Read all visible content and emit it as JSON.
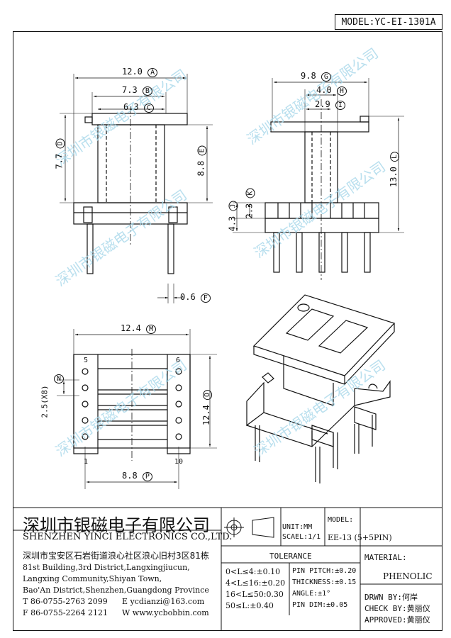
{
  "model": "MODEL:YC-EI-1301A",
  "watermark": "深圳市银磁电子有限公司",
  "dimensions": {
    "a": "12.0",
    "b": "7.3",
    "c": "6.3",
    "d": "7.7",
    "e": "8.8",
    "f": "0.6",
    "g": "9.8",
    "h": "4.0",
    "i": "2.9",
    "j": "4.3",
    "k": "2.3",
    "l": "13.0",
    "m": "12.4",
    "n": "2.5(X8)",
    "o": "12.4",
    "p": "8.8"
  },
  "callouts": {
    "a": "A",
    "b": "B",
    "c": "C",
    "d": "D",
    "e": "E",
    "f": "F",
    "g": "G",
    "h": "H",
    "i": "I",
    "j": "J",
    "k": "K",
    "l": "L",
    "m": "M",
    "n": "N",
    "o": "O",
    "p": "P"
  },
  "pins": {
    "p5": "5",
    "p6": "6",
    "p1": "1",
    "p10": "10"
  },
  "company": {
    "name_cn": "深圳市银磁电子有限公司",
    "name_en": "SHENZHEN YINCI ELECTRONICS CO.,LTD.",
    "addr_cn": "深圳市宝安区石岩街道浪心社区浪心旧村3区81栋",
    "addr_en1": "81st Building,3rd District,Langxingjiucun,",
    "addr_en2": "Langxing Community,Shiyan Town,",
    "addr_en3": "Bao'An District,Shenzhen,Guangdong Province",
    "tel": "T 86-0755-2763 2099",
    "fax": "F 86-0755-2264 2121",
    "email": "E ycdianzi@163.com",
    "web": "W www.ycbobbin.com"
  },
  "block": {
    "unit": "UNIT:MM",
    "scale": "SCAEL:1/1",
    "tolerance_title": "TOLERANCE",
    "tol1": "0<L≤4:±0.10",
    "tol2": "4<L≤16:±0.20",
    "tol3": "16<L≤50:0.30",
    "tol4": "50≤L:±0.40",
    "pin_pitch": "PIN PITCH:±0.20",
    "thickness": "THICKNESS:±0.15",
    "angle": "ANGLE:±1°",
    "pin_dim": "PIN DIM:±0.05",
    "model_label": "MODEL:",
    "model_value": "EE-13 (5+5PIN)",
    "material_label": "MATERIAL:",
    "material_value": "PHENOLIC",
    "drawn": "DRWN BY:何岸",
    "check": "CHECK BY:黄丽仪",
    "approved": "APPROVED:黄丽仪"
  }
}
